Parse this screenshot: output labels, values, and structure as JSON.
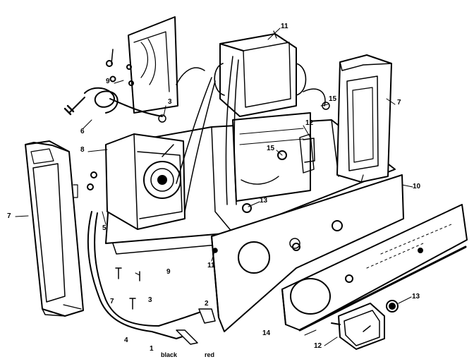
{
  "colors": {
    "ink": "#000000",
    "paper": "#ffffff"
  },
  "callouts": [
    {
      "id": "c11-top",
      "text": "11"
    },
    {
      "id": "c7-right",
      "text": "7"
    },
    {
      "id": "c9-top",
      "text": "9"
    },
    {
      "id": "c3-top",
      "text": "3"
    },
    {
      "id": "c6",
      "text": "6"
    },
    {
      "id": "c15-top",
      "text": "15"
    },
    {
      "id": "c12-mid",
      "text": "12"
    },
    {
      "id": "c8",
      "text": "8"
    },
    {
      "id": "c15-mid",
      "text": "15"
    },
    {
      "id": "c7-left",
      "text": "7"
    },
    {
      "id": "c10",
      "text": "10"
    },
    {
      "id": "c5",
      "text": "5"
    },
    {
      "id": "c13-mid",
      "text": "13"
    },
    {
      "id": "c11-bottom",
      "text": "11"
    },
    {
      "id": "c9-bottom",
      "text": "9"
    },
    {
      "id": "c7-bottom",
      "text": "7"
    },
    {
      "id": "c3-bottom",
      "text": "3"
    },
    {
      "id": "c2",
      "text": "2"
    },
    {
      "id": "c13-bottom",
      "text": "13"
    },
    {
      "id": "c4",
      "text": "4"
    },
    {
      "id": "c1",
      "text": "1"
    },
    {
      "id": "c14",
      "text": "14"
    },
    {
      "id": "c12-bottom",
      "text": "12"
    }
  ],
  "clip_labels": {
    "black": "black",
    "red": "red"
  }
}
